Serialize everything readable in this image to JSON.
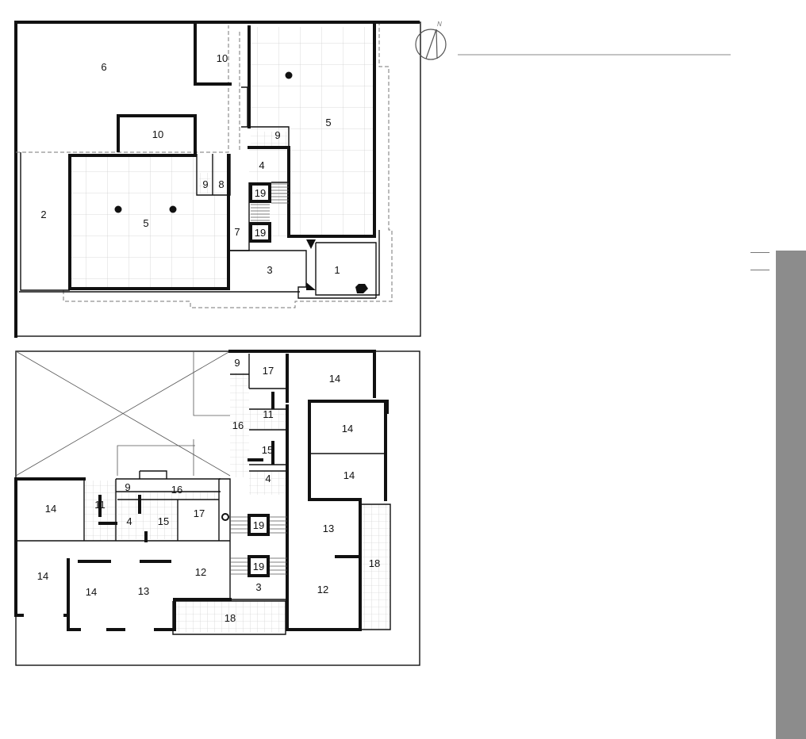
{
  "compass": {
    "letter": "N"
  },
  "ground_floor": {
    "rooms": [
      {
        "label": "6"
      },
      {
        "label": "10"
      },
      {
        "label": "10"
      },
      {
        "label": "5"
      },
      {
        "label": "9"
      },
      {
        "label": "4"
      },
      {
        "label": "9"
      },
      {
        "label": "8"
      },
      {
        "label": "19"
      },
      {
        "label": "19"
      },
      {
        "label": "2"
      },
      {
        "label": "5"
      },
      {
        "label": "7"
      },
      {
        "label": "3"
      },
      {
        "label": "1"
      }
    ]
  },
  "upper_floor": {
    "rooms": [
      {
        "label": "9"
      },
      {
        "label": "17"
      },
      {
        "label": "14"
      },
      {
        "label": "11"
      },
      {
        "label": "16"
      },
      {
        "label": "14"
      },
      {
        "label": "15"
      },
      {
        "label": "4"
      },
      {
        "label": "14"
      },
      {
        "label": "9"
      },
      {
        "label": "16"
      },
      {
        "label": "14"
      },
      {
        "label": "11"
      },
      {
        "label": "4"
      },
      {
        "label": "15"
      },
      {
        "label": "17"
      },
      {
        "label": "19"
      },
      {
        "label": "13"
      },
      {
        "label": "14"
      },
      {
        "label": "12"
      },
      {
        "label": "19"
      },
      {
        "label": "18"
      },
      {
        "label": "14"
      },
      {
        "label": "13"
      },
      {
        "label": "3"
      },
      {
        "label": "12"
      },
      {
        "label": "18"
      }
    ]
  }
}
